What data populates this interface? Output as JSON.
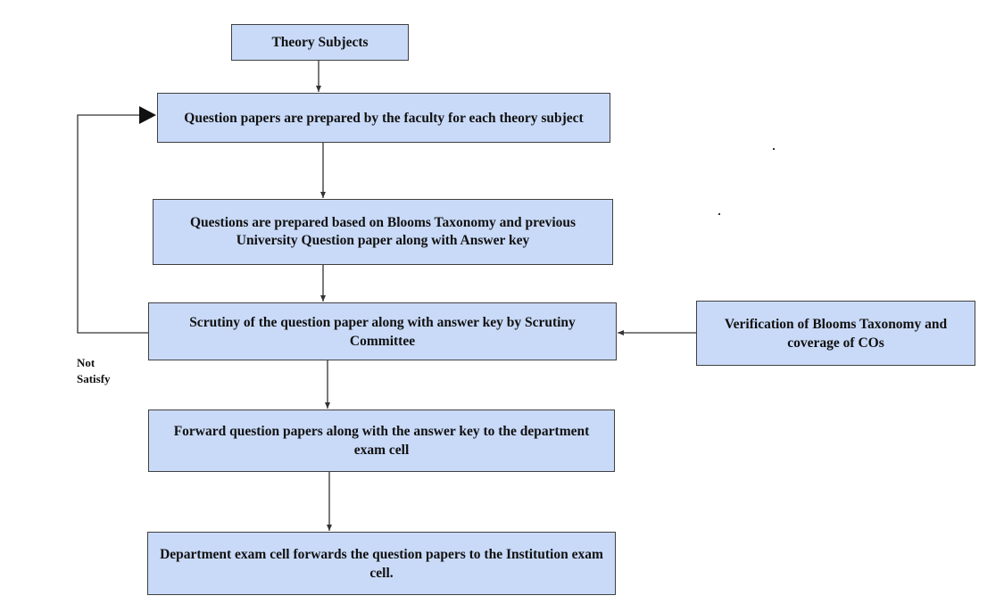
{
  "flowchart": {
    "nodes": {
      "theory": "Theory Subjects",
      "prepare": "Question papers are prepared by the faculty for each theory subject",
      "blooms": "Questions are prepared based on Blooms Taxonomy and previous University Question paper along with Answer key",
      "scrutiny": "Scrutiny of the question paper along with answer key by Scrutiny Committee",
      "verify": "Verification of Blooms Taxonomy and coverage of COs",
      "forward": "Forward question papers along with the answer key to the department exam cell",
      "dept": "Department exam cell forwards the question papers to the Institution exam cell."
    },
    "loop_label_line1": "Not",
    "loop_label_line2": "Satisfy",
    "colors": {
      "node_fill": "#c9daf8",
      "node_border": "#404040",
      "line": "#333333"
    }
  }
}
